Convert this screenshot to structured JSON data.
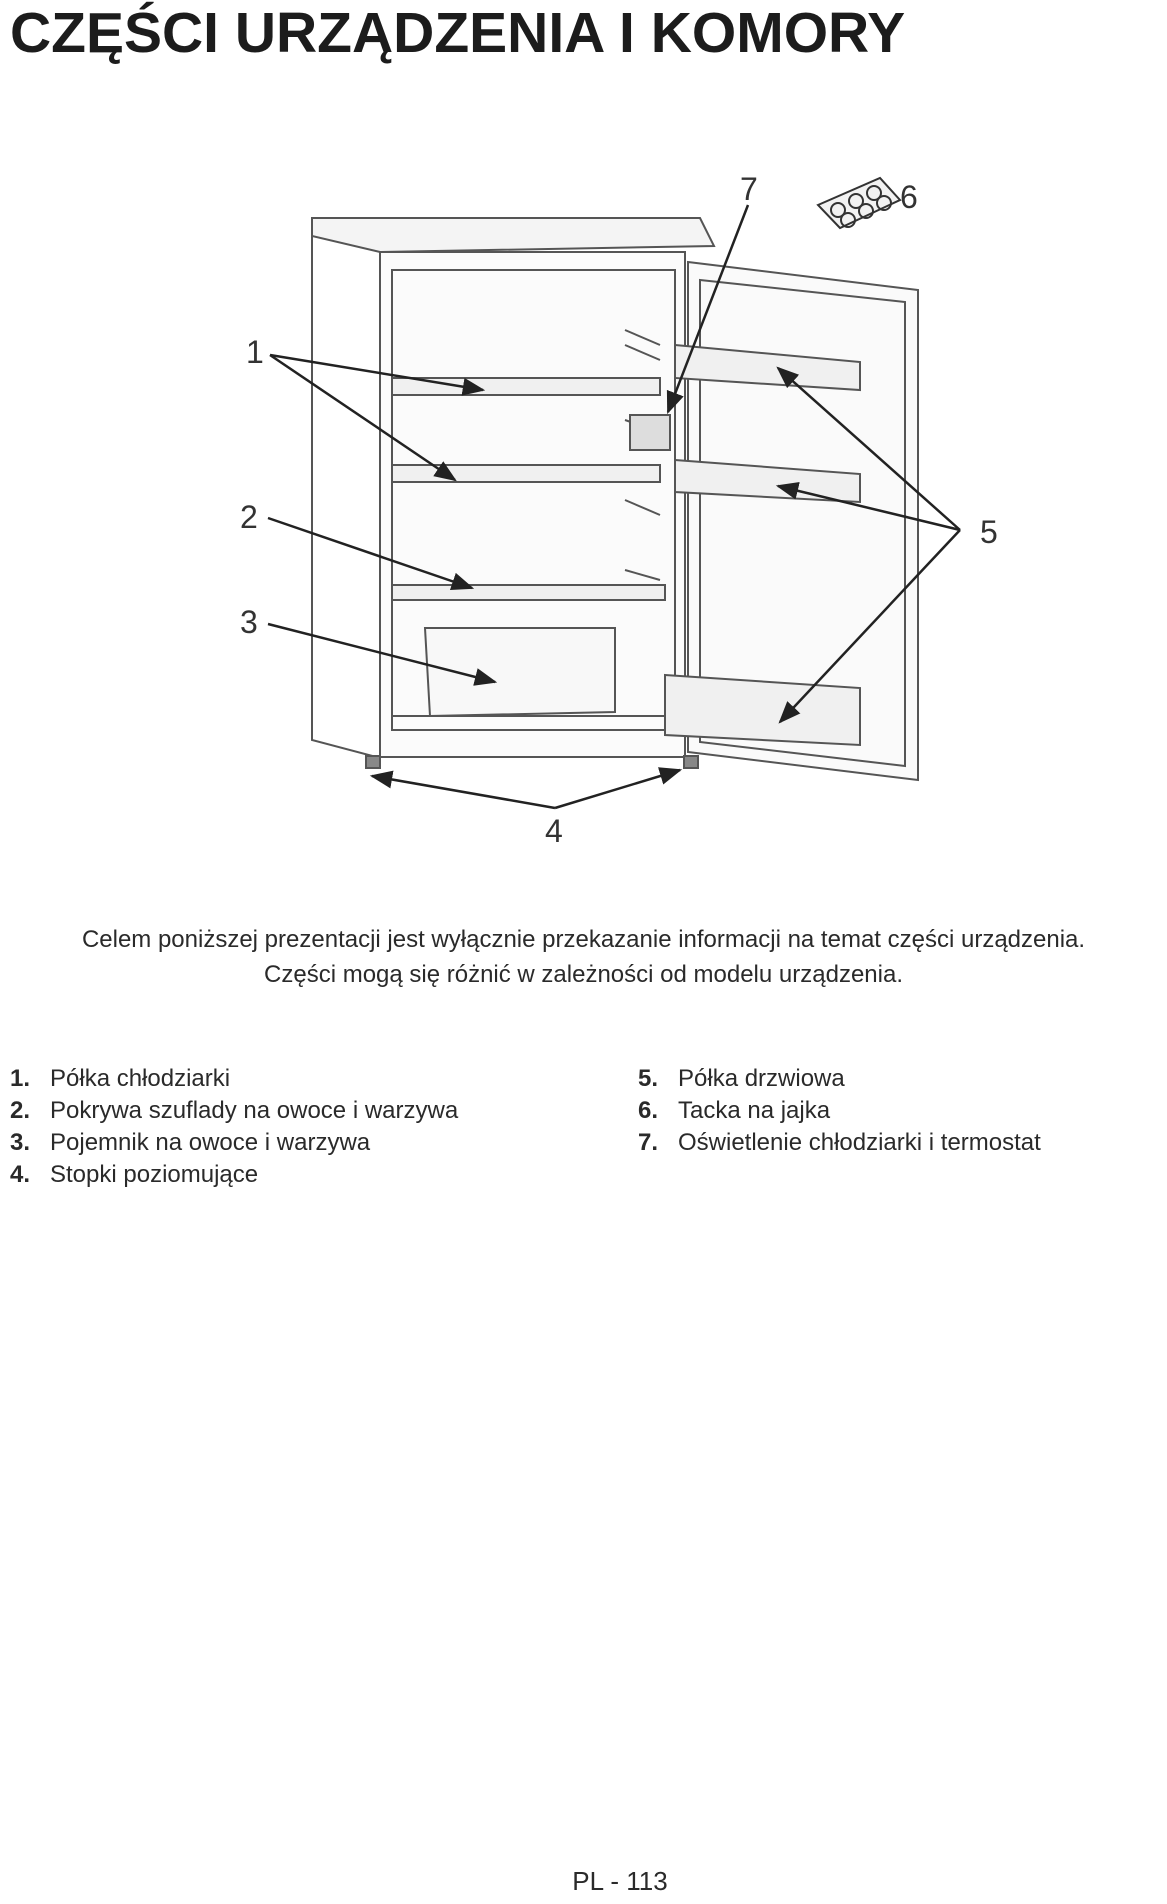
{
  "title": "CZĘŚCI URZĄDZENIA I KOMORY",
  "diagram": {
    "callouts": [
      "1",
      "2",
      "3",
      "4",
      "5",
      "6",
      "7"
    ]
  },
  "intro": {
    "line1": "Celem poniższej prezentacji jest wyłącznie przekazanie informacji na temat części urządzenia.",
    "line2": "Części mogą się różnić w zależności od modelu urządzenia."
  },
  "legend": {
    "left": [
      {
        "num": "1.",
        "label": "Półka chłodziarki"
      },
      {
        "num": "2.",
        "label": "Pokrywa szuflady na owoce i warzywa"
      },
      {
        "num": "3.",
        "label": "Pojemnik na owoce i warzywa"
      },
      {
        "num": "4.",
        "label": "Stopki poziomujące"
      }
    ],
    "right": [
      {
        "num": "5.",
        "label": "Półka drzwiowa"
      },
      {
        "num": "6.",
        "label": "Tacka na jajka"
      },
      {
        "num": "7.",
        "label": "Oświetlenie chłodziarki i termostat"
      }
    ]
  },
  "footer": {
    "page": "PL - 113"
  }
}
